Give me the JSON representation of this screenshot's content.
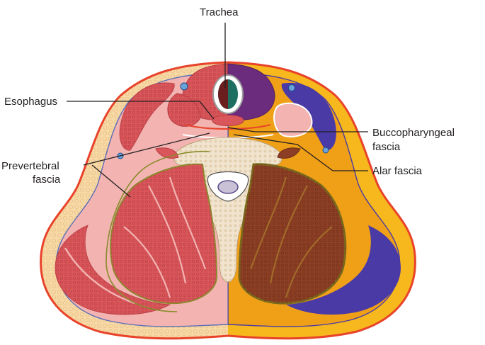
{
  "labels": {
    "trachea": "Trachea",
    "esophagus": "Esophagus",
    "buccopharyngeal_line1": "Buccopharyngeal",
    "buccopharyngeal_line2": "fascia",
    "alar": "Alar fascia",
    "prevertebral_line1": "Prevertebral",
    "prevertebral_line2": "fascia"
  },
  "colors": {
    "skin": "#e8432a",
    "fat_left": "#f7d9a6",
    "fat_right": "#f6b81c",
    "investing_right": "#f0a017",
    "muscle": "#d9565a",
    "muscle_right": "#8c3f24",
    "prevertebral_space_right": "#7a6a1e",
    "pink_area": "#f2b3b1",
    "bone": "#f1e4cf",
    "trachea_lumen": "#1f6e62",
    "visceral_right": "#6b2c7e",
    "sternocleidomastoid_right": "#4a3aa6",
    "fascia_line": "#8a8c2c"
  }
}
